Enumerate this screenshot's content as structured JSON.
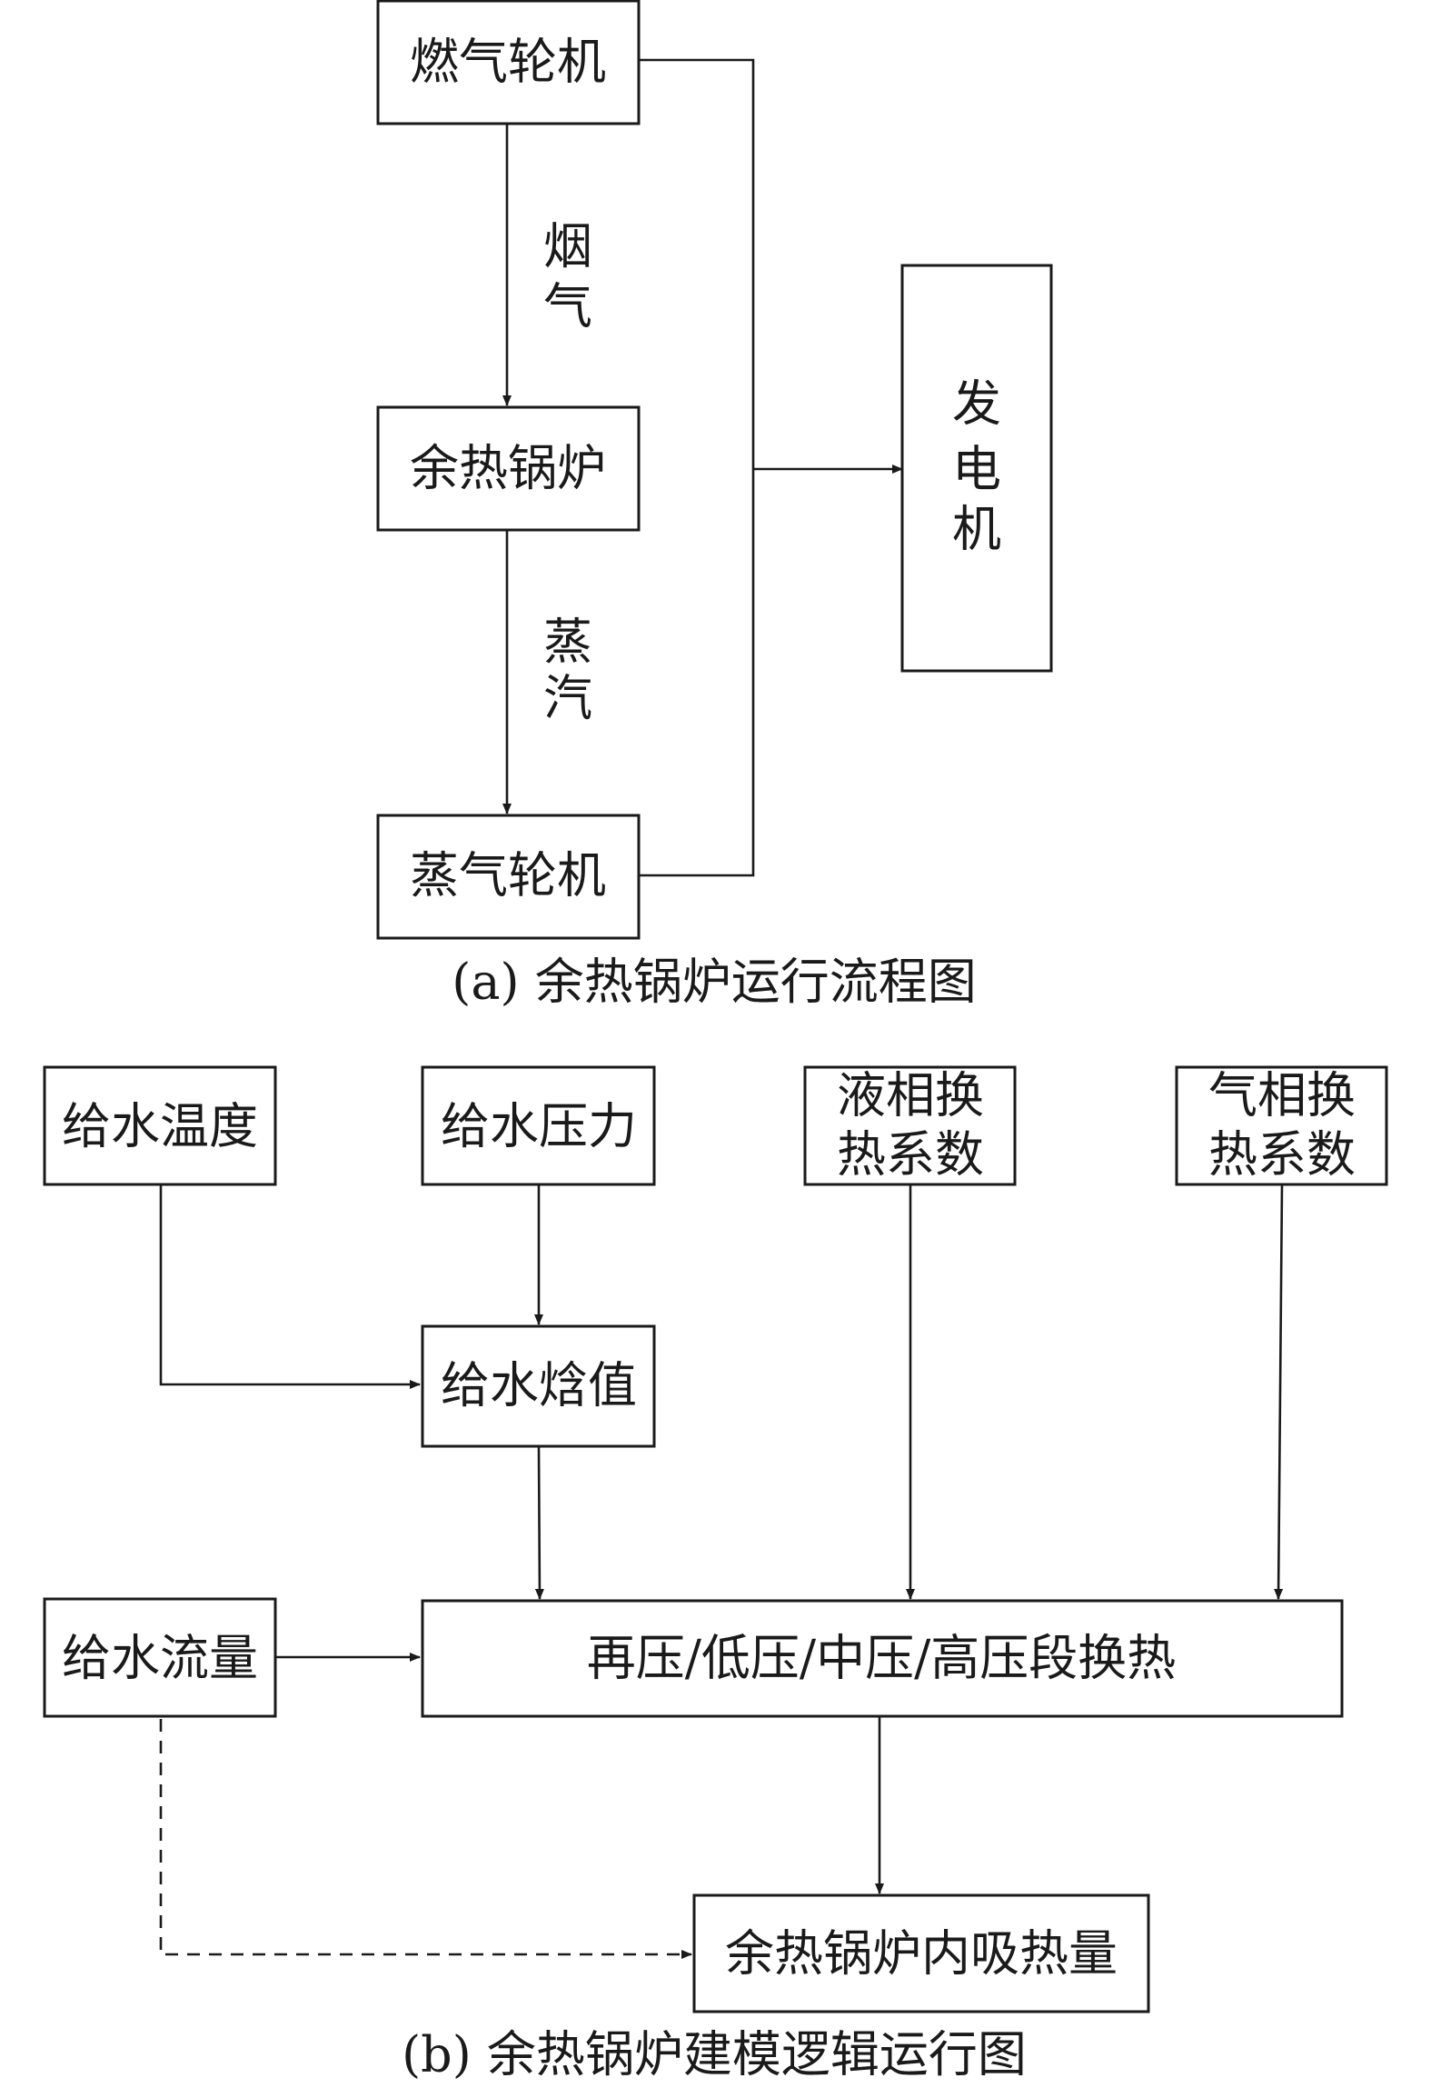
{
  "figure_a": {
    "nodes": {
      "gas_turbine": "燃气轮机",
      "hrsg": "余热锅炉",
      "steam_turbine": "蒸气轮机",
      "generator": [
        "发",
        "电",
        "机"
      ]
    },
    "edges": {
      "flue_gas": [
        "烟",
        "气"
      ],
      "steam": [
        "蒸",
        "汽"
      ]
    },
    "caption": "(a) 余热锅炉运行流程图"
  },
  "figure_b": {
    "nodes": {
      "feedwater_temperature": "给水温度",
      "feedwater_pressure": "给水压力",
      "liquid_heat_transfer_coefficient": [
        "液相换",
        "热系数"
      ],
      "gas_heat_transfer_coefficient": [
        "气相换",
        "热系数"
      ],
      "feedwater_enthalpy": "给水焓值",
      "feedwater_flow": "给水流量",
      "pressure_stage_heat_exchange": "再压/低压/中压/高压段换热",
      "hrsg_heat_absorption": "余热锅炉内吸热量"
    },
    "caption": "(b) 余热锅炉建模逻辑运行图"
  }
}
